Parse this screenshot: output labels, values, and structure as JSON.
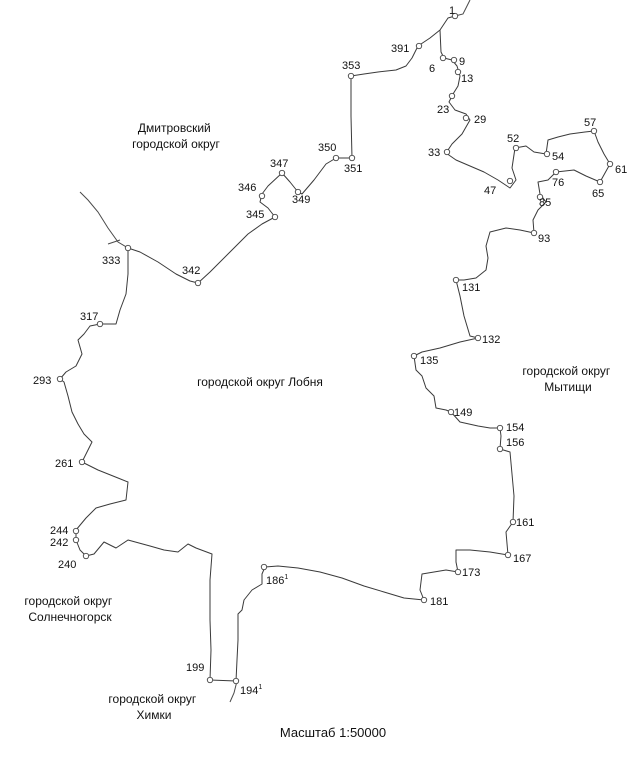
{
  "regions": {
    "dmitrovsky": [
      "Дмитровский",
      "городской округ"
    ],
    "lobnya": [
      "городской округ Лобня"
    ],
    "mytishchi": [
      "городской округ",
      "Мытищи"
    ],
    "solnechnogorsk": [
      "городской округ",
      "Солнечногорск"
    ],
    "khimki": [
      "городской округ",
      "Химки"
    ]
  },
  "scale": "Масштаб 1:50000",
  "points": [
    {
      "id": "1",
      "label": "1"
    },
    {
      "id": "391",
      "label": "391"
    },
    {
      "id": "6",
      "label": "6"
    },
    {
      "id": "9",
      "label": "9"
    },
    {
      "id": "13",
      "label": "13"
    },
    {
      "id": "23",
      "label": "23"
    },
    {
      "id": "29",
      "label": "29"
    },
    {
      "id": "33",
      "label": "33"
    },
    {
      "id": "47",
      "label": "47"
    },
    {
      "id": "52",
      "label": "52"
    },
    {
      "id": "54",
      "label": "54"
    },
    {
      "id": "57",
      "label": "57"
    },
    {
      "id": "61",
      "label": "61"
    },
    {
      "id": "65",
      "label": "65"
    },
    {
      "id": "76",
      "label": "76"
    },
    {
      "id": "85",
      "label": "85"
    },
    {
      "id": "93",
      "label": "93"
    },
    {
      "id": "131",
      "label": "131"
    },
    {
      "id": "132",
      "label": "132"
    },
    {
      "id": "135",
      "label": "135"
    },
    {
      "id": "149",
      "label": "149"
    },
    {
      "id": "154",
      "label": "154"
    },
    {
      "id": "156",
      "label": "156"
    },
    {
      "id": "161",
      "label": "161"
    },
    {
      "id": "167",
      "label": "167"
    },
    {
      "id": "173",
      "label": "173"
    },
    {
      "id": "181",
      "label": "181"
    },
    {
      "id": "1861",
      "label": "186",
      "sup": "1"
    },
    {
      "id": "1941",
      "label": "194",
      "sup": "1"
    },
    {
      "id": "199",
      "label": "199"
    },
    {
      "id": "240",
      "label": "240"
    },
    {
      "id": "242",
      "label": "242"
    },
    {
      "id": "244",
      "label": "244"
    },
    {
      "id": "261",
      "label": "261"
    },
    {
      "id": "293",
      "label": "293"
    },
    {
      "id": "317",
      "label": "317"
    },
    {
      "id": "333",
      "label": "333"
    },
    {
      "id": "342",
      "label": "342"
    },
    {
      "id": "345",
      "label": "345"
    },
    {
      "id": "346",
      "label": "346"
    },
    {
      "id": "347",
      "label": "347"
    },
    {
      "id": "349",
      "label": "349"
    },
    {
      "id": "350",
      "label": "350"
    },
    {
      "id": "351",
      "label": "351"
    },
    {
      "id": "353",
      "label": "353"
    }
  ]
}
